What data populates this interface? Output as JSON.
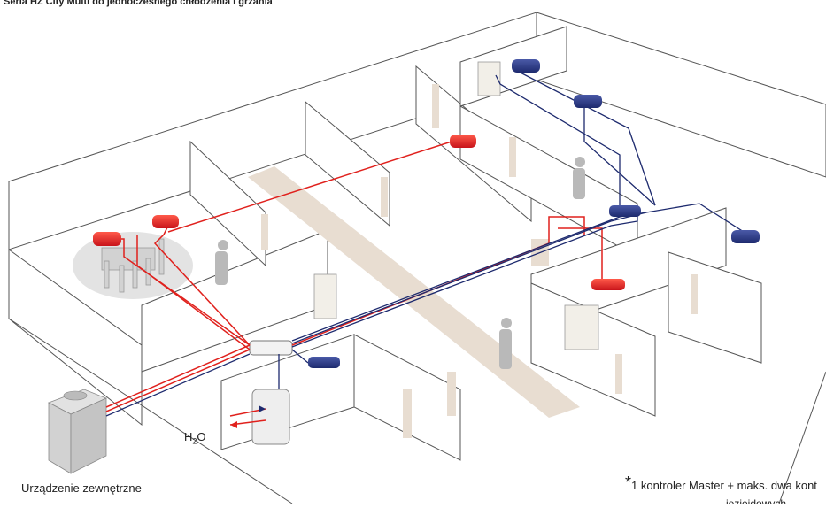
{
  "title": "Seria HZ City Multi do jednoczesnego chłodzenia i grzania",
  "labels": {
    "outdoor_unit": "Urządzenie zewnętrzne",
    "water_main": "H",
    "water_sub": "2",
    "water_tail": "O",
    "footnote_star": "*",
    "footnote_text": "1 kontroler Master + maks. dwa kont",
    "footnote_line2": "jeziejdowych"
  },
  "colors": {
    "heating": "#e0211d",
    "cooling": "#1d2a6e",
    "walls_stroke": "#555555",
    "floor_path": "#e8ddd1",
    "figure": "#b9b9b9"
  }
}
